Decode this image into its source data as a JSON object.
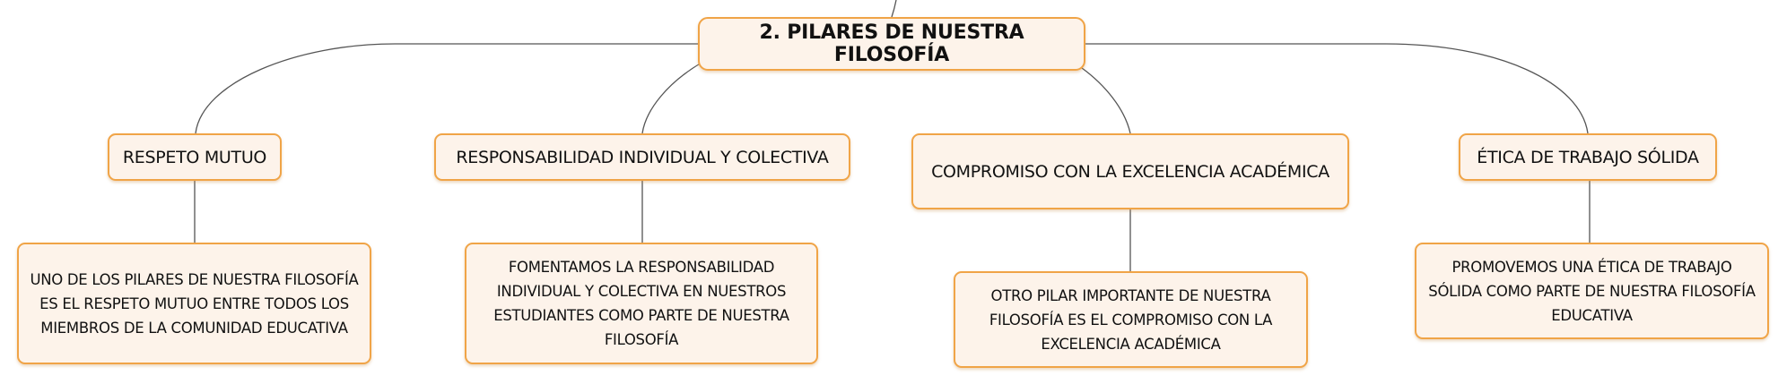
{
  "mindmap": {
    "root": {
      "label": "2. PILARES DE NUESTRA FILOSOFÍA"
    },
    "pillars": [
      {
        "label": "RESPETO MUTUO",
        "description": "UNO DE LOS PILARES DE NUESTRA FILOSOFÍA ES EL RESPETO MUTUO ENTRE TODOS LOS MIEMBROS DE LA COMUNIDAD EDUCATIVA"
      },
      {
        "label": "RESPONSABILIDAD INDIVIDUAL Y COLECTIVA",
        "description": "FOMENTAMOS LA RESPONSABILIDAD INDIVIDUAL Y COLECTIVA EN NUESTROS ESTUDIANTES COMO PARTE DE NUESTRA FILOSOFÍA"
      },
      {
        "label": "COMPROMISO CON LA EXCELENCIA ACADÉMICA",
        "description": "OTRO PILAR IMPORTANTE DE NUESTRA FILOSOFÍA ES EL COMPROMISO CON LA EXCELENCIA ACADÉMICA"
      },
      {
        "label": "ÉTICA DE TRABAJO SÓLIDA",
        "description": "PROMOVEMOS UNA ÉTICA DE TRABAJO SÓLIDA COMO PARTE DE NUESTRA FILOSOFÍA EDUCATIVA"
      }
    ]
  },
  "colors": {
    "node_border": "#f0a447",
    "node_fill": "#fdf3ea",
    "connector": "#555555"
  }
}
